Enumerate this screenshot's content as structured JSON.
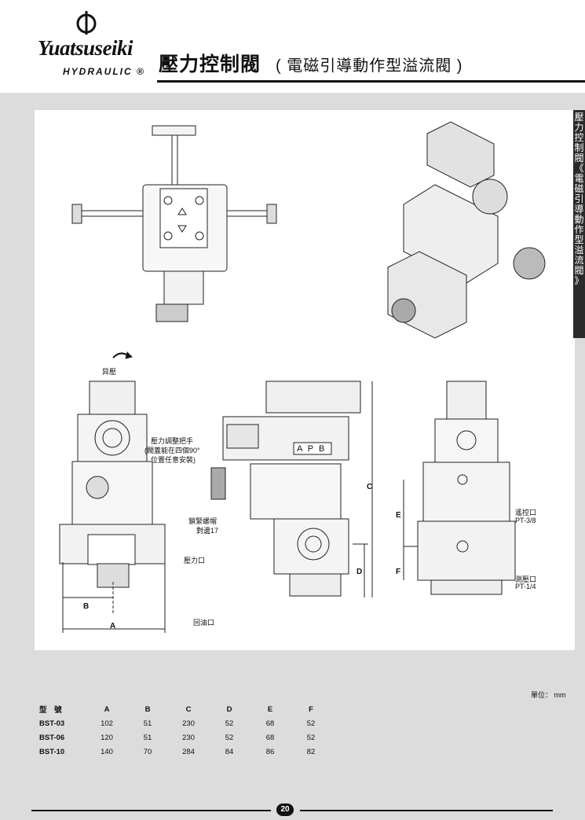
{
  "header": {
    "brand": "Yuatsuseiki",
    "brand_sub": "HYDRAULIC ®",
    "title": "壓力控制閥",
    "subtitle": "( 電磁引導動作型溢流閥 )"
  },
  "side_tab": {
    "text": [
      "壓",
      "力",
      "控",
      "制",
      "閥",
      "《",
      "電",
      "磁",
      "引",
      "導",
      "動",
      "作",
      "型",
      "溢",
      "流",
      "閥",
      "》"
    ]
  },
  "figure": {
    "label_vent": "异壓",
    "label_adjust_1": "壓力調整把手",
    "label_adjust_2": "(閥蓋能在四個90°",
    "label_adjust_3": "位置任意安裝)",
    "label_locknut_1": "鎖緊螺帽",
    "label_locknut_2": "對邊17",
    "label_pressure_port": "壓力口",
    "label_return_port": "回油口",
    "label_remote_port": "遙控口",
    "label_remote_size": "PT-3/8",
    "label_gauge_port": "測壓口",
    "label_gauge_size": "PT-1/4",
    "label_apb": "A P B",
    "dim_a": "A",
    "dim_b": "B",
    "dim_c": "C",
    "dim_d": "D",
    "dim_e": "E",
    "dim_f": "F"
  },
  "unit": "單位： mm",
  "table": {
    "headers": [
      "型　號",
      "A",
      "B",
      "C",
      "D",
      "E",
      "F"
    ],
    "rows": [
      [
        "BST-03",
        "102",
        "51",
        "230",
        "52",
        "68",
        "52"
      ],
      [
        "BST-06",
        "120",
        "51",
        "230",
        "52",
        "68",
        "52"
      ],
      [
        "BST-10",
        "140",
        "70",
        "284",
        "84",
        "86",
        "82"
      ]
    ]
  },
  "footer": {
    "page_number": "20"
  }
}
